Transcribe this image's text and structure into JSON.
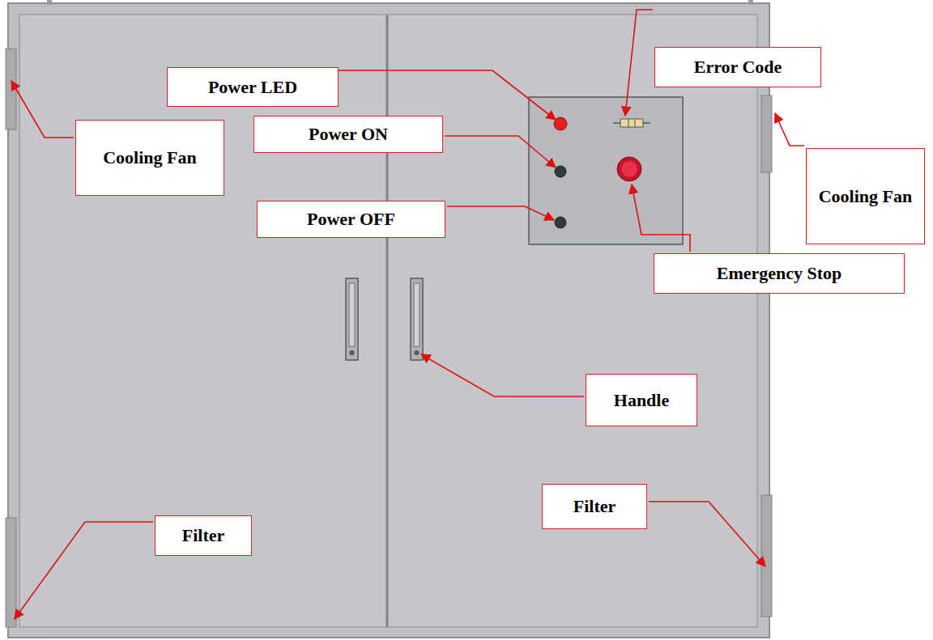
{
  "diagram": {
    "nodes": [
      {
        "text": [
          "Power LED"
        ]
      },
      {
        "text": [
          "Error Code"
        ]
      },
      {
        "text": [
          "Cooling Fan"
        ]
      },
      {
        "text": [
          "Power ON"
        ]
      },
      {
        "text": [
          "Cooling Fan"
        ]
      },
      {
        "text": [
          "Power OFF"
        ]
      },
      {
        "text": [
          "Emergency Stop"
        ]
      },
      {
        "text": [
          "Handle"
        ]
      },
      {
        "text": [
          "Filter"
        ]
      },
      {
        "text": [
          "Filter"
        ]
      }
    ]
  }
}
